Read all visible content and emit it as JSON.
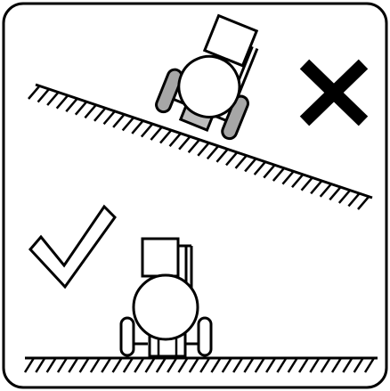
{
  "colors": {
    "background": "#ffffff",
    "ink": "#000000",
    "wheel_gray": "#a6a6a6",
    "track_gray": "#bdbdbd"
  },
  "panels": [
    {
      "id": "slope",
      "status": "incorrect",
      "status_icon": "cross-icon"
    },
    {
      "id": "flat",
      "status": "correct",
      "status_icon": "checkmark-icon"
    }
  ]
}
